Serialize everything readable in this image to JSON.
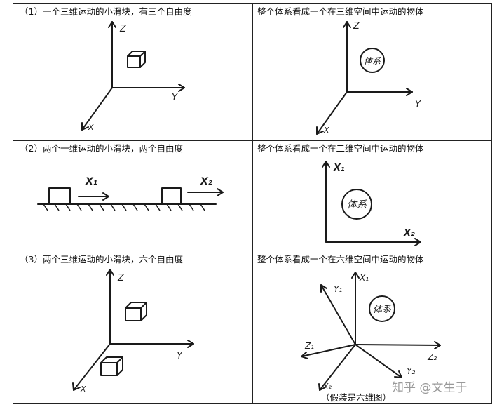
{
  "rows": [
    {
      "left_caption": "（1）一个三维运动的小滑块，有三个自由度",
      "right_caption": "整个体系看成一个在三维空间中运动的物体",
      "left_axes": {
        "z": "Z",
        "y": "Y",
        "x": "X"
      },
      "right_axes": {
        "z": "Z",
        "y": "Y",
        "x": "X"
      },
      "system_label": "体系"
    },
    {
      "left_caption": "（2）两个一维运动的小滑块，两个自由度",
      "right_caption": "整个体系看成一个在二维空间中运动的物体",
      "left_labels": {
        "x1": "X₁",
        "x2": "X₂"
      },
      "right_axes": {
        "x1": "X₁",
        "x2": "X₂"
      },
      "system_label": "体系"
    },
    {
      "left_caption": "（3）两个三维运动的小滑块，六个自由度",
      "right_caption": "整个体系看成一个在六维空间中运动的物体",
      "left_axes": {
        "z": "Z",
        "y": "Y",
        "x": "X"
      },
      "right_axes": {
        "x1": "X₁",
        "y1": "Y₁",
        "z1": "Z₁",
        "z2": "Z₂",
        "y2": "Y₂",
        "x2": "X₂"
      },
      "system_label": "体系"
    }
  ],
  "footnote": "（假装是六维图）",
  "watermark": "知乎 @文生于"
}
